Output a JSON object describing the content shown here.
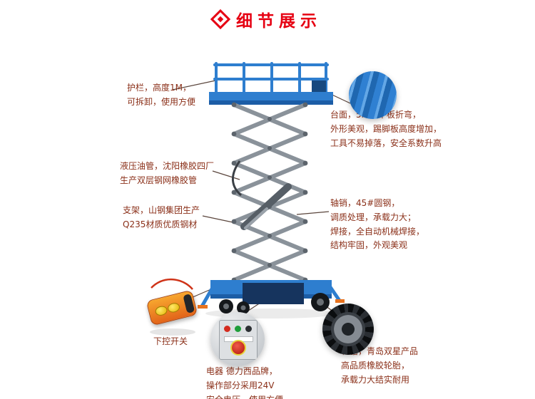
{
  "header": {
    "title": "细节展示"
  },
  "colors": {
    "accent": "#e60012",
    "label-text": "#8a2f18",
    "machine-blue": "#2e7ecf",
    "machine-blue-dark": "#1c5da6",
    "machine-navy": "#16345e",
    "scissor-gray": "#8a929a",
    "joint-gray": "#5c646c",
    "leader-line": "#5a453c",
    "outrigger-orange": "#e8731f"
  },
  "callouts": {
    "guardrail": {
      "lines": [
        "护栏，高度1M，",
        "可拆卸，使用方便"
      ]
    },
    "platform": {
      "lines": [
        "台面，5mm平板折弯，",
        "外形美观，踢脚板高度增加，",
        "工具不易掉落，安全系数升高"
      ]
    },
    "hose": {
      "lines": [
        "液压油管，沈阳橡胶四厂",
        "生产双层钢网橡胶管"
      ]
    },
    "frame": {
      "lines": [
        "支架，山钢集团生产",
        "Q235材质优质钢材"
      ]
    },
    "pin": {
      "lines": [
        "轴销，45#圆钢，",
        "调质处理，承载力大；",
        "焊接，全自动机械焊接，",
        "结构牢固，外观美观"
      ]
    },
    "switch": {
      "lines": [
        "下控开关"
      ]
    },
    "electric": {
      "lines": [
        "电器 德力西品牌，",
        "操作部分采用24V",
        "安全电压，使用方便"
      ]
    },
    "tire": {
      "lines": [
        "轮胎，青岛双星产品",
        "高品质橡胶轮胎，",
        "承载力大结实耐用"
      ]
    }
  }
}
